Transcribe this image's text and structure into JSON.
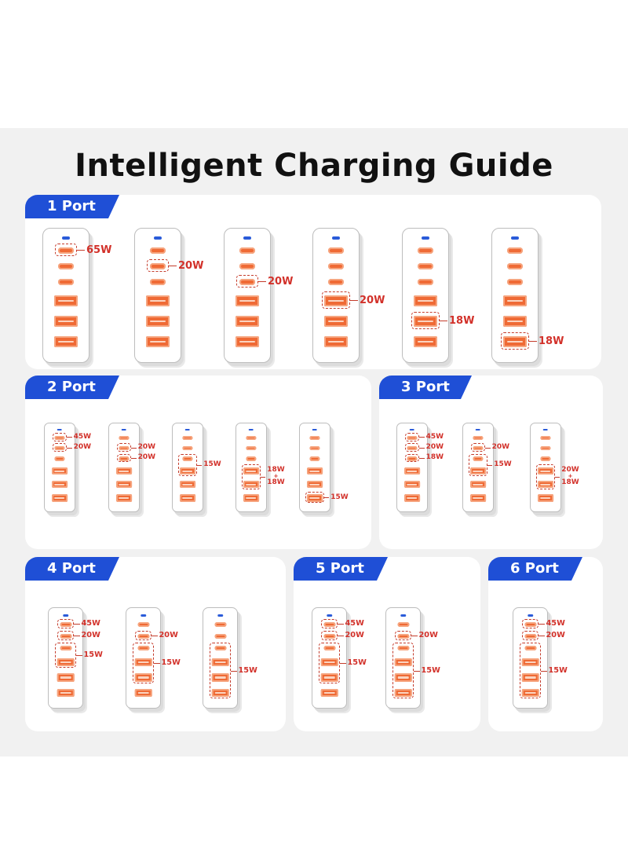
{
  "title": "Intelligent Charging Guide",
  "colors": {
    "tab": "#1f4fd6",
    "port": "#ef6a35",
    "label": "#d2312a",
    "led": "#2a5bd9"
  },
  "sections": [
    {
      "label": "1 Port",
      "chargers": [
        {
          "groups": [
            {
              "ports": [
                0
              ],
              "labels": [
                "65W"
              ]
            }
          ]
        },
        {
          "groups": [
            {
              "ports": [
                1
              ],
              "labels": [
                "20W"
              ]
            }
          ]
        },
        {
          "groups": [
            {
              "ports": [
                2
              ],
              "labels": [
                "20W"
              ]
            }
          ]
        },
        {
          "groups": [
            {
              "ports": [
                3
              ],
              "labels": [
                "20W"
              ]
            }
          ]
        },
        {
          "groups": [
            {
              "ports": [
                4
              ],
              "labels": [
                "18W"
              ]
            }
          ]
        },
        {
          "groups": [
            {
              "ports": [
                5
              ],
              "labels": [
                "18W"
              ]
            }
          ]
        }
      ]
    },
    {
      "label": "2 Port",
      "chargers": [
        {
          "groups": [
            {
              "ports": [
                0
              ],
              "labels": [
                "45W"
              ]
            },
            {
              "ports": [
                1
              ],
              "labels": [
                "20W"
              ]
            }
          ]
        },
        {
          "groups": [
            {
              "ports": [
                1
              ],
              "labels": [
                "20W"
              ]
            },
            {
              "ports": [
                2
              ],
              "labels": [
                "20W"
              ]
            }
          ]
        },
        {
          "groups": [
            {
              "ports": [
                2,
                3
              ],
              "labels": [
                "15W"
              ]
            }
          ]
        },
        {
          "groups": [
            {
              "ports": [
                3,
                4
              ],
              "labels": [
                "18W",
                "+",
                "18W"
              ]
            }
          ]
        },
        {
          "groups": [
            {
              "ports": [
                5
              ],
              "labels": [
                "15W"
              ]
            }
          ]
        }
      ]
    },
    {
      "label": "3 Port",
      "chargers": [
        {
          "groups": [
            {
              "ports": [
                0
              ],
              "labels": [
                "45W"
              ]
            },
            {
              "ports": [
                1
              ],
              "labels": [
                "20W"
              ]
            },
            {
              "ports": [
                2
              ],
              "labels": [
                "18W"
              ]
            }
          ]
        },
        {
          "groups": [
            {
              "ports": [
                1
              ],
              "labels": [
                "20W"
              ]
            },
            {
              "ports": [
                2,
                3
              ],
              "labels": [
                "15W"
              ]
            }
          ]
        },
        {
          "groups": [
            {
              "ports": [
                3,
                4
              ],
              "labels": [
                "20W",
                "+",
                "18W"
              ]
            }
          ]
        }
      ]
    },
    {
      "label": "4 Port",
      "chargers": [
        {
          "groups": [
            {
              "ports": [
                0
              ],
              "labels": [
                "45W"
              ]
            },
            {
              "ports": [
                1
              ],
              "labels": [
                "20W"
              ]
            },
            {
              "ports": [
                2,
                3
              ],
              "labels": [
                "15W"
              ]
            }
          ]
        },
        {
          "groups": [
            {
              "ports": [
                1
              ],
              "labels": [
                "20W"
              ]
            },
            {
              "ports": [
                2,
                3,
                4
              ],
              "labels": [
                "15W"
              ]
            }
          ]
        },
        {
          "groups": [
            {
              "ports": [
                2,
                3,
                4,
                5
              ],
              "labels": [
                "15W"
              ]
            }
          ]
        }
      ]
    },
    {
      "label": "5 Port",
      "chargers": [
        {
          "groups": [
            {
              "ports": [
                0
              ],
              "labels": [
                "45W"
              ]
            },
            {
              "ports": [
                1
              ],
              "labels": [
                "20W"
              ]
            },
            {
              "ports": [
                2,
                3,
                4
              ],
              "labels": [
                "15W"
              ]
            }
          ]
        },
        {
          "groups": [
            {
              "ports": [
                1
              ],
              "labels": [
                "20W"
              ]
            },
            {
              "ports": [
                2,
                3,
                4,
                5
              ],
              "labels": [
                "15W"
              ]
            }
          ]
        }
      ]
    },
    {
      "label": "6 Port",
      "chargers": [
        {
          "groups": [
            {
              "ports": [
                0
              ],
              "labels": [
                "45W"
              ]
            },
            {
              "ports": [
                1
              ],
              "labels": [
                "20W"
              ]
            },
            {
              "ports": [
                2,
                3,
                4,
                5
              ],
              "labels": [
                "15W"
              ]
            }
          ]
        }
      ]
    }
  ]
}
